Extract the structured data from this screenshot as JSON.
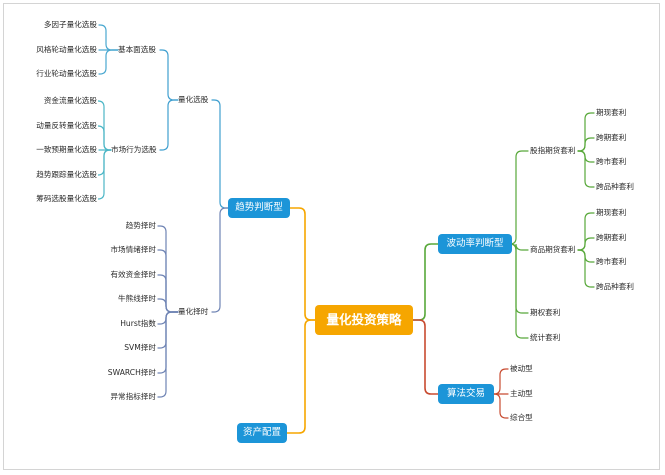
{
  "root": "量化投资策略",
  "left": {
    "trend": {
      "label": "趋势判断型",
      "stock_selection": {
        "label": "量化选股",
        "fundamental": {
          "label": "基本面选股",
          "items": [
            "多因子量化选股",
            "风格轮动量化选股",
            "行业轮动量化选股"
          ]
        },
        "market_behavior": {
          "label": "市场行为选股",
          "items": [
            "资金流量化选股",
            "动量反转量化选股",
            "一致预期量化选股",
            "趋势跟踪量化选股",
            "筹码选股量化选股"
          ]
        }
      },
      "timing": {
        "label": "量化择时",
        "items": [
          "趋势择时",
          "市场情绪择时",
          "有效资金择时",
          "牛熊线择时",
          "Hurst指数",
          "SVM择时",
          "SWARCH择时",
          "异常指标择时"
        ]
      }
    },
    "allocation": {
      "label": "资产配置"
    }
  },
  "right": {
    "volatility": {
      "label": "波动率判断型",
      "index_futures": {
        "label": "股指期货套利",
        "items": [
          "期现套利",
          "跨期套利",
          "跨市套利",
          "跨品种套利"
        ]
      },
      "commodity_futures": {
        "label": "商品期货套利",
        "items": [
          "期现套利",
          "跨期套利",
          "跨市套利",
          "跨品种套利"
        ]
      },
      "options": {
        "label": "期权套利"
      },
      "statistical": {
        "label": "统计套利"
      }
    },
    "algo": {
      "label": "算法交易",
      "items": [
        "被动型",
        "主动型",
        "综合型"
      ]
    }
  },
  "colors": {
    "root_fill": "#f6a600",
    "level1_fill": "#1c95d8",
    "trend_link": "#f6a600",
    "selection_link": "#3f9fcf",
    "fundamental_link": "#4aa8d0",
    "market_link": "#4cb6c6",
    "timing_link": "#6f84b4",
    "volatility_link": "#58a83a",
    "algo_link": "#c84b30",
    "text": "#2a2a2a"
  }
}
